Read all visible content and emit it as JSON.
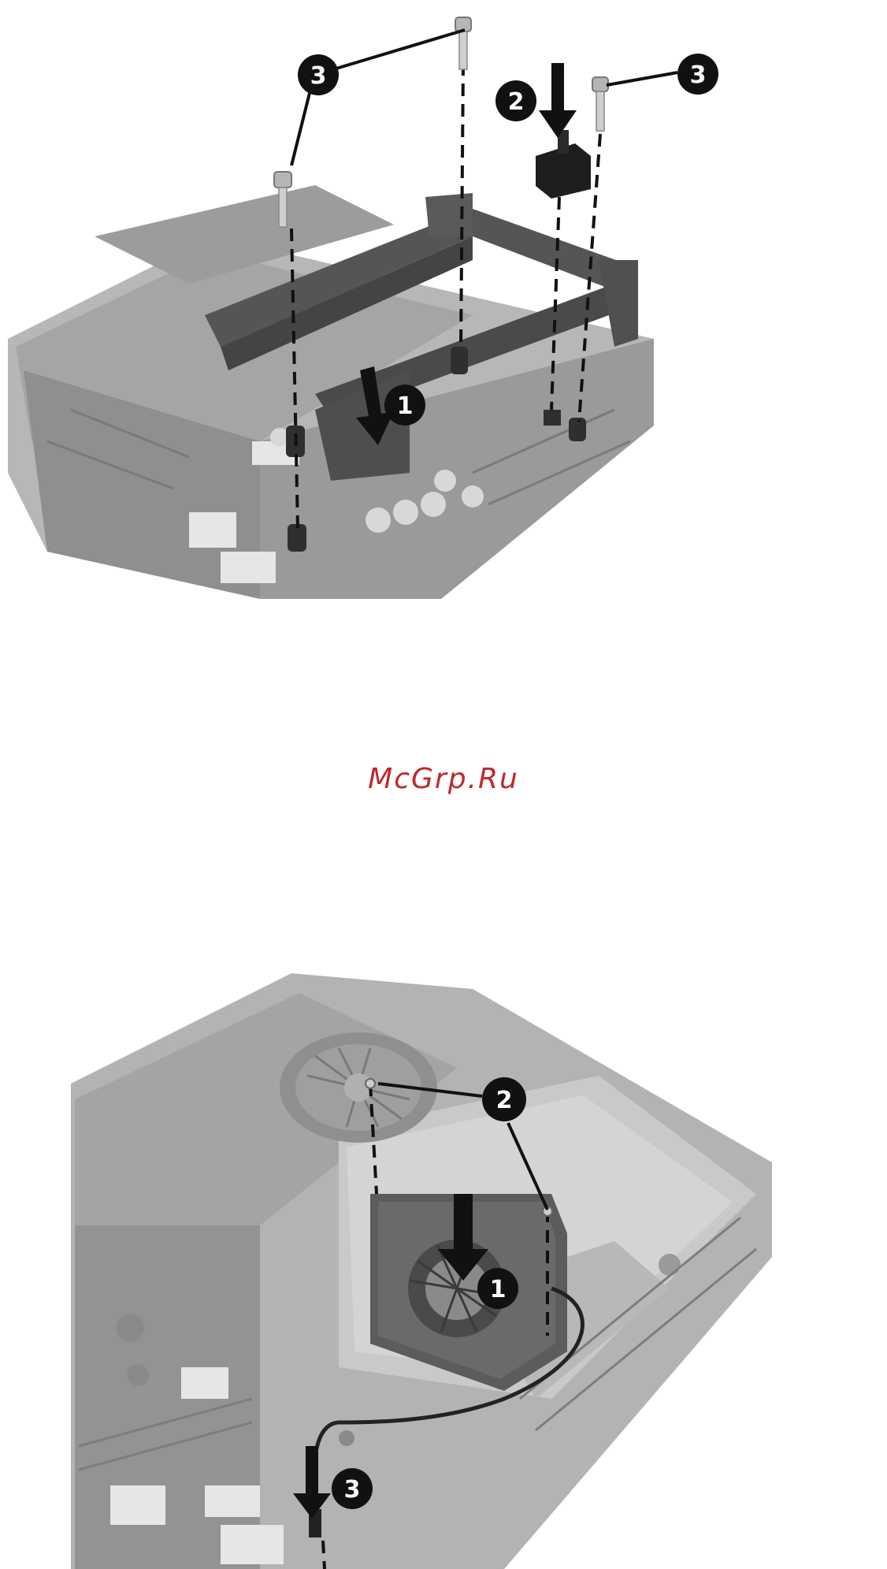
{
  "watermark": "McGrp.Ru",
  "figure_top": {
    "callouts": {
      "c1": "1",
      "c2": "2",
      "c3a": "3",
      "c3b": "3"
    },
    "icons": [
      "screw-icon",
      "standoff-icon",
      "bracket-icon",
      "arrow-down-icon"
    ]
  },
  "figure_bottom": {
    "callouts": {
      "c1": "1",
      "c2": "2",
      "c3": "3"
    },
    "icons": [
      "fan-icon",
      "cable-icon",
      "arrow-down-icon"
    ]
  },
  "colors": {
    "chassis": "#a9a9a9",
    "chassis_dark": "#6f6f6f",
    "part": "#3a3a3a",
    "callout_bg": "#111111",
    "watermark": "#c0282c"
  }
}
